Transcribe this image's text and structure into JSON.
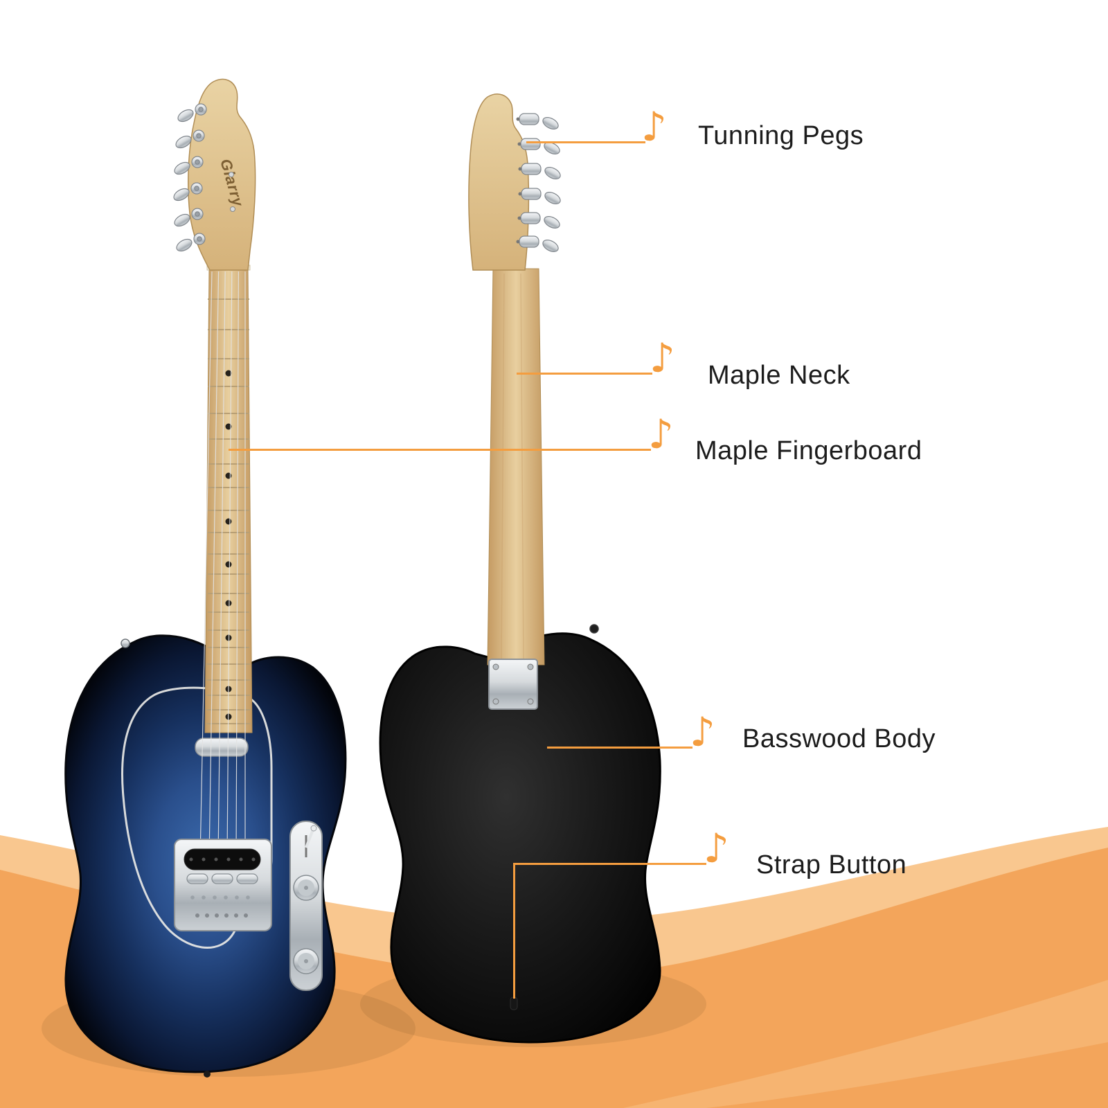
{
  "brand": {
    "label": "Glarry"
  },
  "icons": {
    "note_glyph": "♪",
    "note_icon_name": "music-note-icon"
  },
  "colors": {
    "accent_orange": "#F49D3F",
    "wave_light": "#F9C78F",
    "wave_main": "#F3A55B",
    "wave_band": "#F6B676",
    "label_text": "#1c1c1c",
    "body_blue": "#1E3E74",
    "maple": "#DDBC8B",
    "chrome": "#CDD2D6",
    "back_body_black": "#141414"
  },
  "callouts": [
    {
      "id": "tunning-pegs",
      "label": "Tunning Pegs"
    },
    {
      "id": "maple-neck",
      "label": "Maple Neck"
    },
    {
      "id": "maple-fingerboard",
      "label": "Maple Fingerboard"
    },
    {
      "id": "basswood-body",
      "label": "Basswood Body"
    },
    {
      "id": "strap-button",
      "label": "Strap Button"
    }
  ]
}
